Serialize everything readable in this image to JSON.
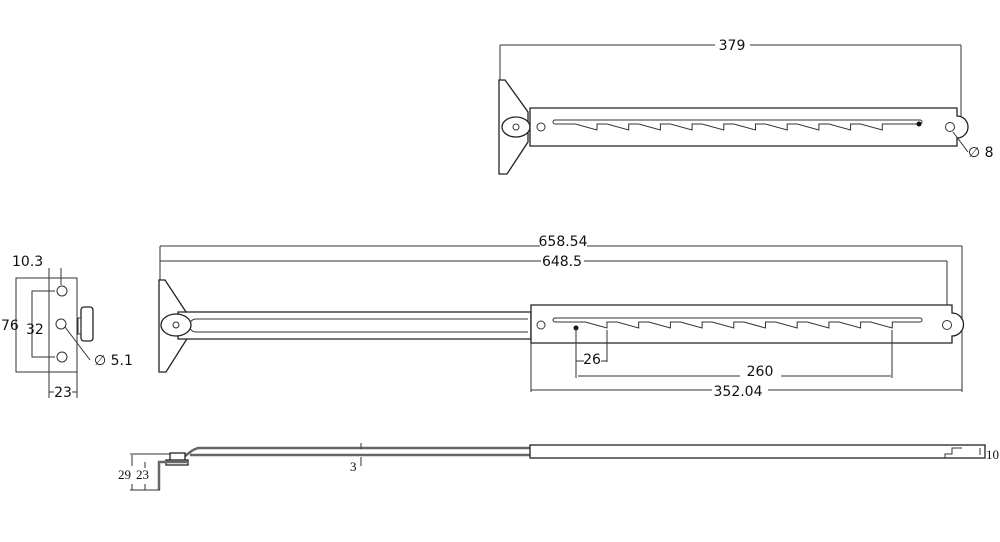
{
  "drawing": {
    "top_view": {
      "overall_length": "379",
      "hole_diameter": "∅ 8"
    },
    "extended_view": {
      "overall_length": "658.54",
      "hole_center_length": "648.5",
      "notch_pitch": "26",
      "notch_span": "260",
      "bar_length": "352.04"
    },
    "side_plate_view": {
      "edge_offset": "10.3",
      "height": "76",
      "hole_spacing": "32",
      "hole_diameter": "∅ 5.1",
      "width": "23"
    },
    "profile_view": {
      "bracket_height": "29",
      "bracket_inner_height": "23",
      "thickness": "3",
      "end_height": "10"
    },
    "notch_count": 10
  }
}
